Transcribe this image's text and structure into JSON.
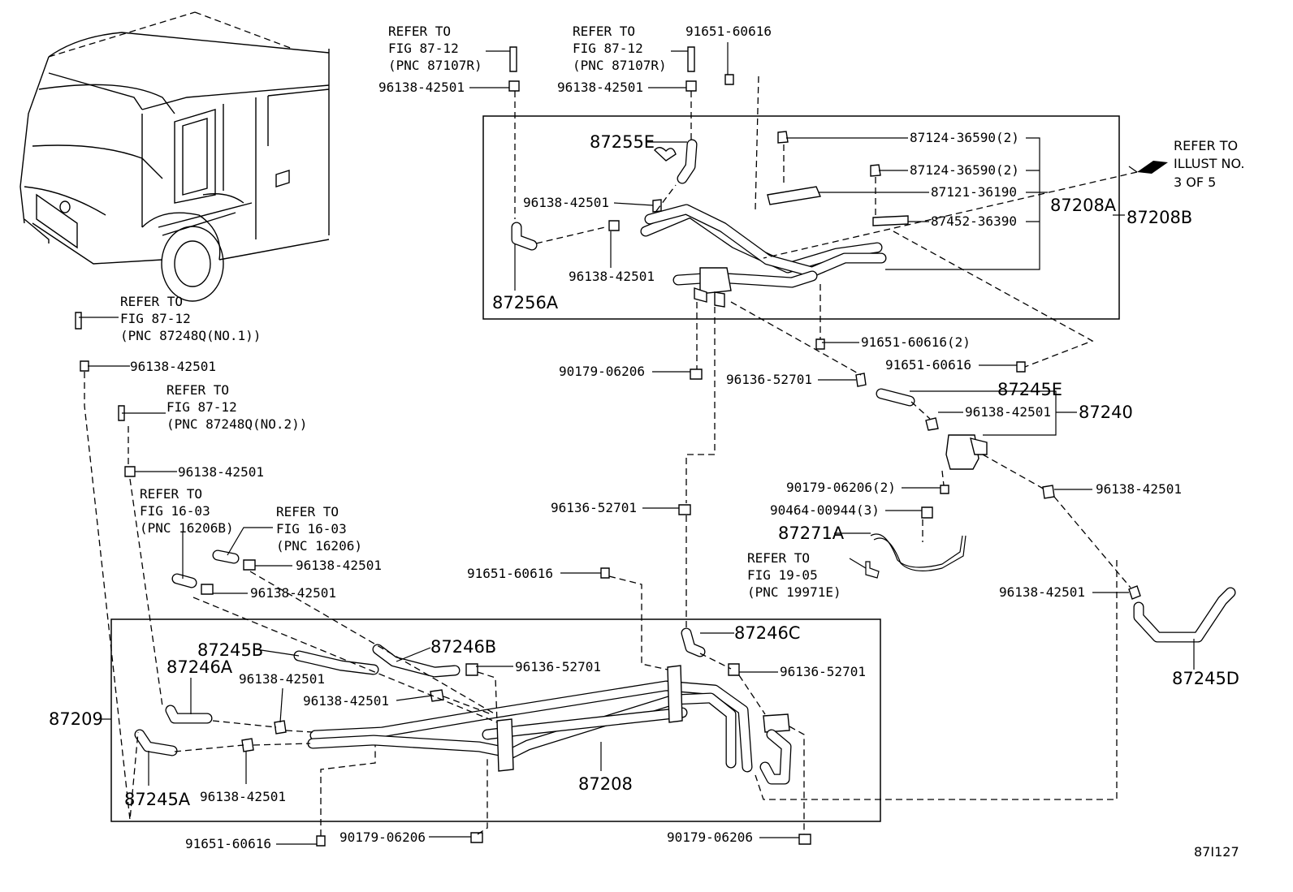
{
  "figure_id": "87I127",
  "notes": {
    "n1": {
      "lines": [
        "REFER TO",
        "FIG 87-12",
        "(PNC 87107R)"
      ]
    },
    "n2": {
      "lines": [
        "REFER TO",
        "FIG 87-12",
        "(PNC 87107R)"
      ]
    },
    "n3": {
      "lines": [
        "REFER TO",
        "FIG 87-12",
        "(PNC 87248Q(NO.1))"
      ]
    },
    "n4": {
      "lines": [
        "REFER TO",
        "FIG 87-12",
        "(PNC 87248Q(NO.2))"
      ]
    },
    "n5": {
      "lines": [
        "REFER TO",
        "FIG 16-03",
        "(PNC 16206B)"
      ]
    },
    "n6": {
      "lines": [
        "REFER TO",
        "FIG 16-03",
        "(PNC 16206)"
      ]
    },
    "n7": {
      "lines": [
        "REFER TO",
        "FIG 19-05",
        "(PNC 19971E)"
      ]
    },
    "n8": {
      "lines": [
        "REFER TO",
        "ILLUST NO.",
        "3 OF 5"
      ]
    }
  },
  "labels": {
    "l01": "96138-42501",
    "l02": "96138-42501",
    "l03": "91651-60616",
    "l04": "87255E",
    "l05": "96138-42501",
    "l06": "96138-42501",
    "l07": "87256A",
    "l08": "87124-36590(2)",
    "l09": "87124-36590(2)",
    "l10": "87121-36190",
    "l11": "87452-36390",
    "l12": "87208A",
    "l13": "87208B",
    "l14": "91651-60616(2)",
    "l15": "91651-60616",
    "l16": "90179-06206",
    "l17": "96136-52701",
    "l18": "87245E",
    "l19": "96138-42501",
    "l20": "87240",
    "l21": "96138-42501",
    "l22": "90179-06206(2)",
    "l23": "90464-00944(3)",
    "l24": "87271A",
    "l25": "96138-42501",
    "l26": "96138-42501",
    "l27": "96136-52701",
    "l28": "96138-42501",
    "l29": "96138-42501",
    "l30": "91651-60616",
    "l31": "96138-42501",
    "l32": "87246C",
    "l33": "87245B",
    "l34": "87246B",
    "l35": "87246A",
    "l36": "96136-52701",
    "l37": "96138-42501",
    "l38": "96136-52701",
    "l39": "96138-42501",
    "l40": "87209",
    "l41": "87208",
    "l42": "87245A",
    "l43": "96138-42501",
    "l44": "91651-60616",
    "l45": "90179-06206",
    "l46": "90179-06206",
    "l47": "87245D"
  }
}
